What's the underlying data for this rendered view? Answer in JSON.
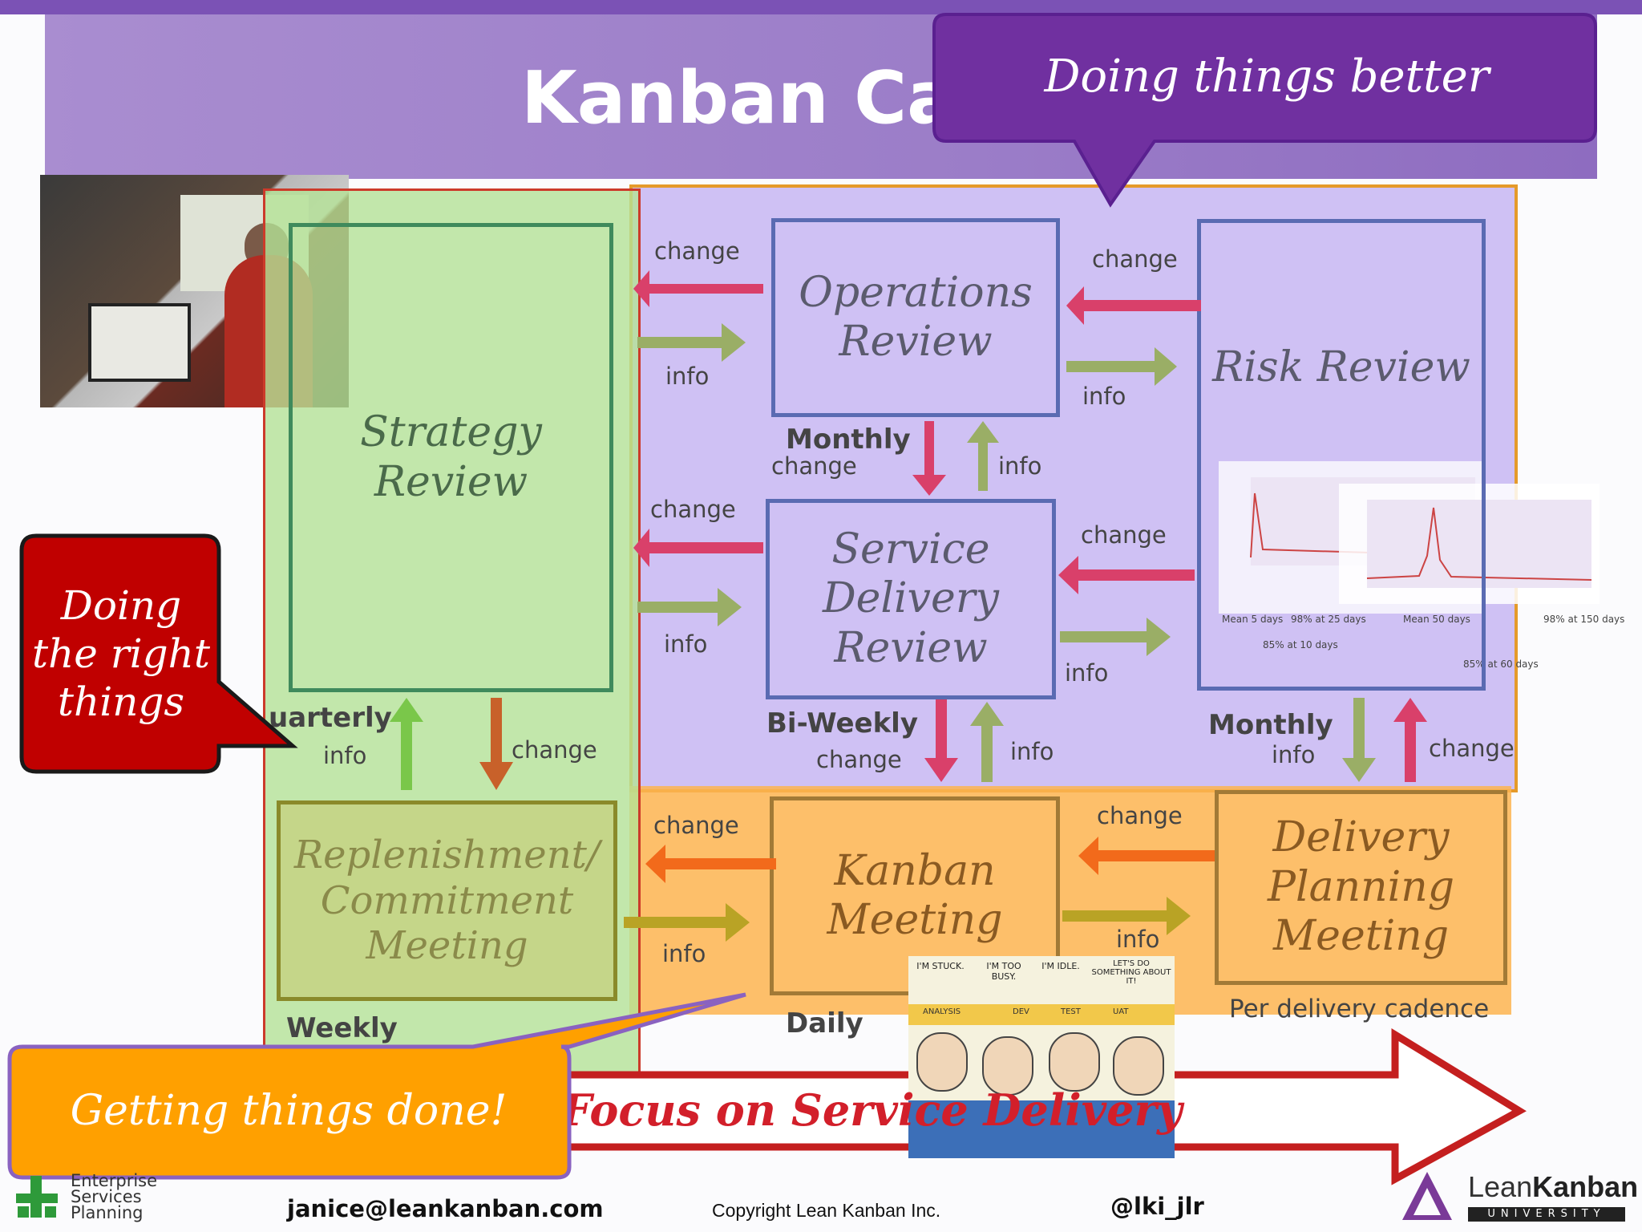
{
  "slide": {
    "title": "Kanban Cade",
    "callouts": {
      "better": "Doing things better",
      "right": "Doing the right things",
      "done": "Getting things done!"
    },
    "banner": "Focus on Service Delivery"
  },
  "boxes": {
    "strategy": "Strategy Review",
    "operations": "Operations Review",
    "risk": "Risk Review",
    "service_delivery": "Service Delivery Review",
    "replenishment": "Replenishment/ Commitment Meeting",
    "kanban": "Kanban Meeting",
    "delivery_planning": "Delivery Planning Meeting"
  },
  "labels": {
    "change": "change",
    "info": "info",
    "monthly": "Monthly",
    "biweekly": "Bi-Weekly",
    "quarterly": "uarterly",
    "weekly": "Weekly",
    "daily": "Daily",
    "per_delivery": "Per delivery cadence"
  },
  "cartoon": {
    "bubbles": [
      "I'M STUCK.",
      "I'M TOO BUSY.",
      "I'M IDLE.",
      "LET'S DO SOMETHING ABOUT IT!"
    ],
    "columns": [
      "ANALYSIS",
      "DEV",
      "TEST",
      "UAT"
    ]
  },
  "charts": {
    "left": [
      "Mean 5 days",
      "98% at 25 days",
      "85% at 10 days"
    ],
    "right": [
      "Mean 50 days",
      "98% at 150 days",
      "85% at 60 days"
    ]
  },
  "footer": {
    "org1": "Enterprise",
    "org2": "Services",
    "org3": "Planning",
    "email": "janice@leankanban.com",
    "copyright": "Copyright Lean Kanban  Inc.",
    "handle": "@lki_jlr",
    "logo_lean": "Lean",
    "logo_kanban": "Kanban",
    "logo_univ": "UNIVERSITY"
  },
  "colors": {
    "red_arrow": "#d9406a",
    "green_arrow": "#9aae66",
    "orange_arrow": "#f26a1b",
    "olive_arrow": "#b9a325"
  }
}
